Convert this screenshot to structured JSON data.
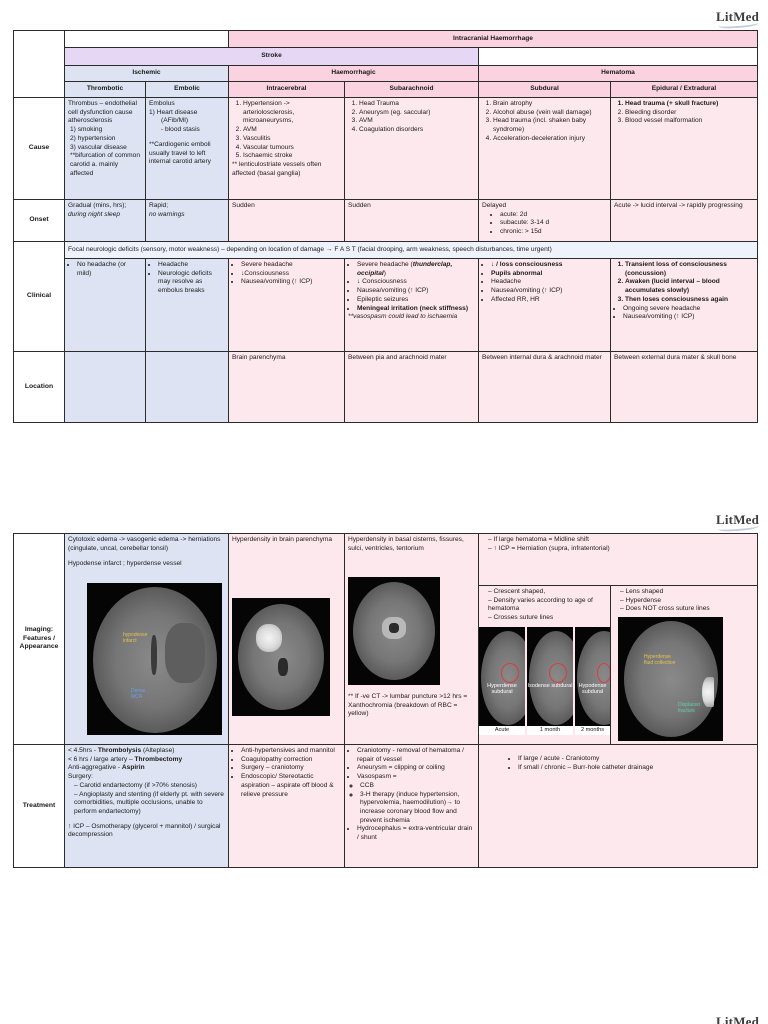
{
  "logo": {
    "text": "LitMed"
  },
  "table1": {
    "headers": {
      "ich": "Intracranial Haemorrhage",
      "stroke": "Stroke",
      "ischemic": "Ischemic",
      "haemorrhagic": "Haemorrhagic",
      "hematoma": "Hematoma",
      "thrombotic": "Thrombotic",
      "embolic": "Embolic",
      "intracerebral": "Intracerebral",
      "subarachnoid": "Subarachnoid",
      "subdural": "Subdural",
      "epidural": "Epidural / Extradural"
    },
    "rows": {
      "cause": "Cause",
      "onset": "Onset",
      "clinical": "Clinical",
      "location": "Location"
    },
    "cause": {
      "thrombotic": {
        "intro": "Thrombus – endothelial cell dysfunction cause atherosclerosis",
        "items": [
          "1) smoking",
          "2) hypertension",
          "3) vascular disease"
        ],
        "note": "**bifurcation of common carotid a. mainly affected"
      },
      "embolic": {
        "title": "Embolus",
        "item1": "1)  Heart disease",
        "item1a": "(AFib/MI)",
        "item1b": "- blood stasis",
        "note": "**Cardiogenic emboli usually travel to left internal carotid artery"
      },
      "intracerebral": {
        "items": [
          "Hypertension -> arteriolosclerosis, microaneurysms,",
          "AVM",
          "Vasculitis",
          "Vascular tumours",
          "Ischaemic stroke"
        ],
        "note": "** lenticulostriate vessels often affected (basal ganglia)"
      },
      "subarachnoid": {
        "items": [
          "Head Trauma",
          "Aneurysm (eg. saccular)",
          "AVM",
          "Coagulation disorders"
        ]
      },
      "subdural": {
        "items": [
          "Brain atrophy",
          "Alcohol abuse (vein wall damage)",
          "Head trauma (incl. shaken baby syndrome)",
          "Acceleration-deceleration injury"
        ]
      },
      "epidural": {
        "item1": "Head trauma (+ skull fracture)",
        "item2": "Bleeding disorder",
        "item3": "Blood vessel malformation"
      }
    },
    "onset": {
      "thrombotic_1": "Gradual (mins, hrs);",
      "thrombotic_2": "during night sleep",
      "embolic_1": "Rapid;",
      "embolic_2": "no warnings",
      "intracerebral": "Sudden",
      "subarachnoid": "Sudden",
      "subdural_title": "Delayed",
      "subdural_items": [
        "acute: 2d",
        "subacute: 3-14 d",
        "chronic: > 15d"
      ],
      "epidural": "Acute -> lucid interval -> rapidly progressing"
    },
    "clinical": {
      "banner": "Focal neurologic deficits (sensory, motor weakness) – depending on location of damage → F A S T (facial drooping, arm weakness, speech disturbances, time urgent)",
      "thrombotic": [
        "No headache (or mild)"
      ],
      "embolic": [
        "Headache",
        "Neurologic deficits may resolve as embolus breaks"
      ],
      "intracerebral": [
        "Severe headache",
        "↓Consciousness",
        "Nausea/vomiting (↑ ICP)"
      ],
      "subarachnoid": {
        "i1a": "Severe headache (",
        "i1b": "thunderclap, occipital",
        "i1c": ")",
        "i2": "↓ Consciousness",
        "i3": "Nausea/vomiting (↑ ICP)",
        "i4": "Epileptic seizures",
        "i5": "Meningeal irritation (neck stiffness)",
        "note": "**vasospasm could lead to ischaemia"
      },
      "subdural": {
        "i1": "↓ / loss consciousness",
        "i2": "Pupils abnormal",
        "i3": "Headache",
        "i4": "Nausea/vomiting (↑ ICP)",
        "i5": "Affected RR, HR"
      },
      "epidural": {
        "i1": "Transient loss of consciousness (concussion)",
        "i2": "Awaken (lucid interval – blood accumulates slowly)",
        "i3": "Then loses consciousness again",
        "i4": "Ongoing severe headache",
        "i5": "Nausea/vomiting (↑ ICP)"
      }
    },
    "location": {
      "intracerebral": "Brain parenchyma",
      "subarachnoid": "Between pia and arachnoid mater",
      "subdural": "Between internal dura & arachnoid mater",
      "epidural": "Between external dura mater & skull bone"
    }
  },
  "table2": {
    "rows": {
      "imaging": "Imaging: Features / Appearance",
      "treatment": "Treatment"
    },
    "imaging": {
      "ischemic_1": "Cytotoxic edema -> vasogenic edema -> herniations (cingulate, uncal, cerebellar tonsil)",
      "ischemic_2": "Hypodense infarct ; hyperdense vessel",
      "ischemic_lbl1": "hypodense infarct",
      "ischemic_lbl2": "Dense MCA",
      "intracerebral": "Hyperdensity in brain parenchyma",
      "subarachnoid": "Hyperdensity in basal cisterns, fissures, sulci, ventricles, tentorium",
      "subarachnoid_note": "** If -ve CT -> lumbar puncture >12 hrs = Xanthochromia (breakdown of RBC = yellow)",
      "hematoma_items": [
        "If large hematoma = Midline shift",
        "↑ ICP = Herniation (supra, infratentorial)"
      ],
      "subdural_items": [
        "Crescent shaped,",
        "Density varies according to age of hematoma",
        "Crosses suture lines"
      ],
      "subdural_scans": [
        {
          "label": "Hyperdense subdural",
          "caption": "Acute"
        },
        {
          "label": "Isodense subdural",
          "caption": "1 month"
        },
        {
          "label": "Hypodense subdural",
          "caption": "2 months"
        }
      ],
      "epidural_items": [
        "Lens shaped",
        "Hyperdense",
        "Does NOT cross suture lines"
      ],
      "epidural_lbl1": "Hyperdense fluid collection",
      "epidural_lbl2": "Displaced fracture"
    },
    "treatment": {
      "ischemic": {
        "l1a": "< 4.5hrs - ",
        "l1b": "Thrombolysis",
        "l1c": " (Alteplase)",
        "l2a": "< 6 hrs / large artery – ",
        "l2b": "Thrombectomy",
        "l3a": "Anti-aggregative - ",
        "l3b": "Aspirin",
        "l4": "Surgery:",
        "items": [
          "Carotid endartectomy (if >70% stenosis)",
          "Angioplasty and stenting (if elderly pt. with severe comorbidities, multiple occlusions, unable to perform endartectomy)"
        ],
        "icp": "↑ ICP – Osmotherapy (glycerol + mannitol) / surgical decompression"
      },
      "intracerebral": [
        "Anti-hypertensives and mannitol",
        "Coagulopathy correction",
        "Surgery – craniotomy",
        "Endoscopic/ Stereotactic aspiration – aspirate off blood & relieve pressure"
      ],
      "subarachnoid": {
        "i1": "Craniotomy -  removal of hematoma / repair of vessel",
        "i2": "Aneurysm = clipping or coiling",
        "i3": "Vasospasm =",
        "s1": "CCB",
        "s2": "3-H therapy (induce hypertension, hypervolemia, haemodilution)→ to increase coronary blood flow and prevent ischemia",
        "i4": "Hydrocephalus = extra-ventricular drain / shunt"
      },
      "hematoma": [
        "If large / acute - Craniotomy",
        "If small / chronic – Burr-hole catheter drainage"
      ]
    }
  }
}
